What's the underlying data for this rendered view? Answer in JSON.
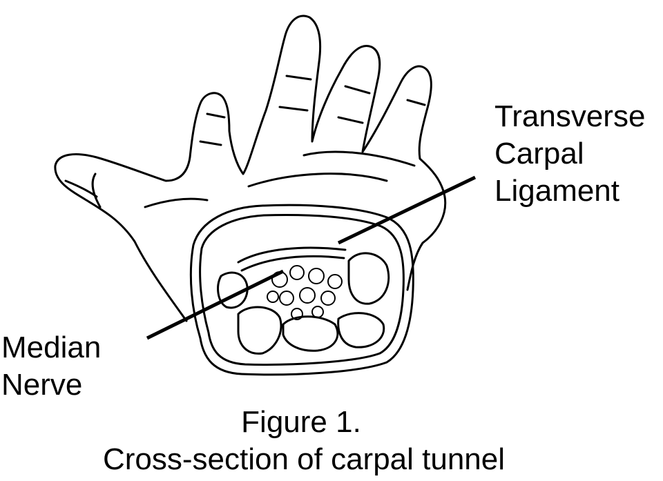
{
  "labels": {
    "transverse_carpal_ligament": [
      "Transverse",
      "Carpal",
      "Ligament"
    ],
    "median_nerve": [
      "Median",
      "Nerve"
    ]
  },
  "caption": {
    "line1": "Figure 1.",
    "line2": "Cross-section of carpal tunnel"
  },
  "colors": {
    "ink": "#000000",
    "background": "#ffffff"
  }
}
